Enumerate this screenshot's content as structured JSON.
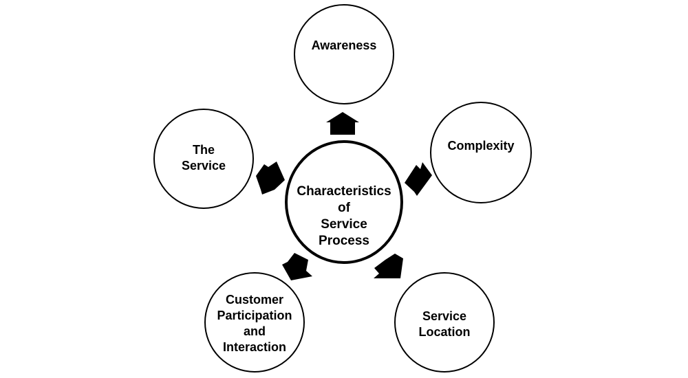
{
  "diagram": {
    "center": {
      "lines": [
        "Characteristics",
        "of",
        "Service",
        "Process"
      ]
    },
    "nodes": [
      {
        "id": "awareness",
        "lines": [
          "Awareness"
        ]
      },
      {
        "id": "complexity",
        "lines": [
          "Complexity"
        ]
      },
      {
        "id": "service-location",
        "lines": [
          "Service",
          "Location"
        ]
      },
      {
        "id": "customer-participation",
        "lines": [
          "Customer",
          "Participation",
          "and",
          "Interaction"
        ]
      },
      {
        "id": "the-service",
        "lines": [
          "The",
          "Service"
        ]
      }
    ],
    "colors": {
      "stroke": "#000000",
      "fill": "#ffffff",
      "arrow": "#000000"
    }
  }
}
